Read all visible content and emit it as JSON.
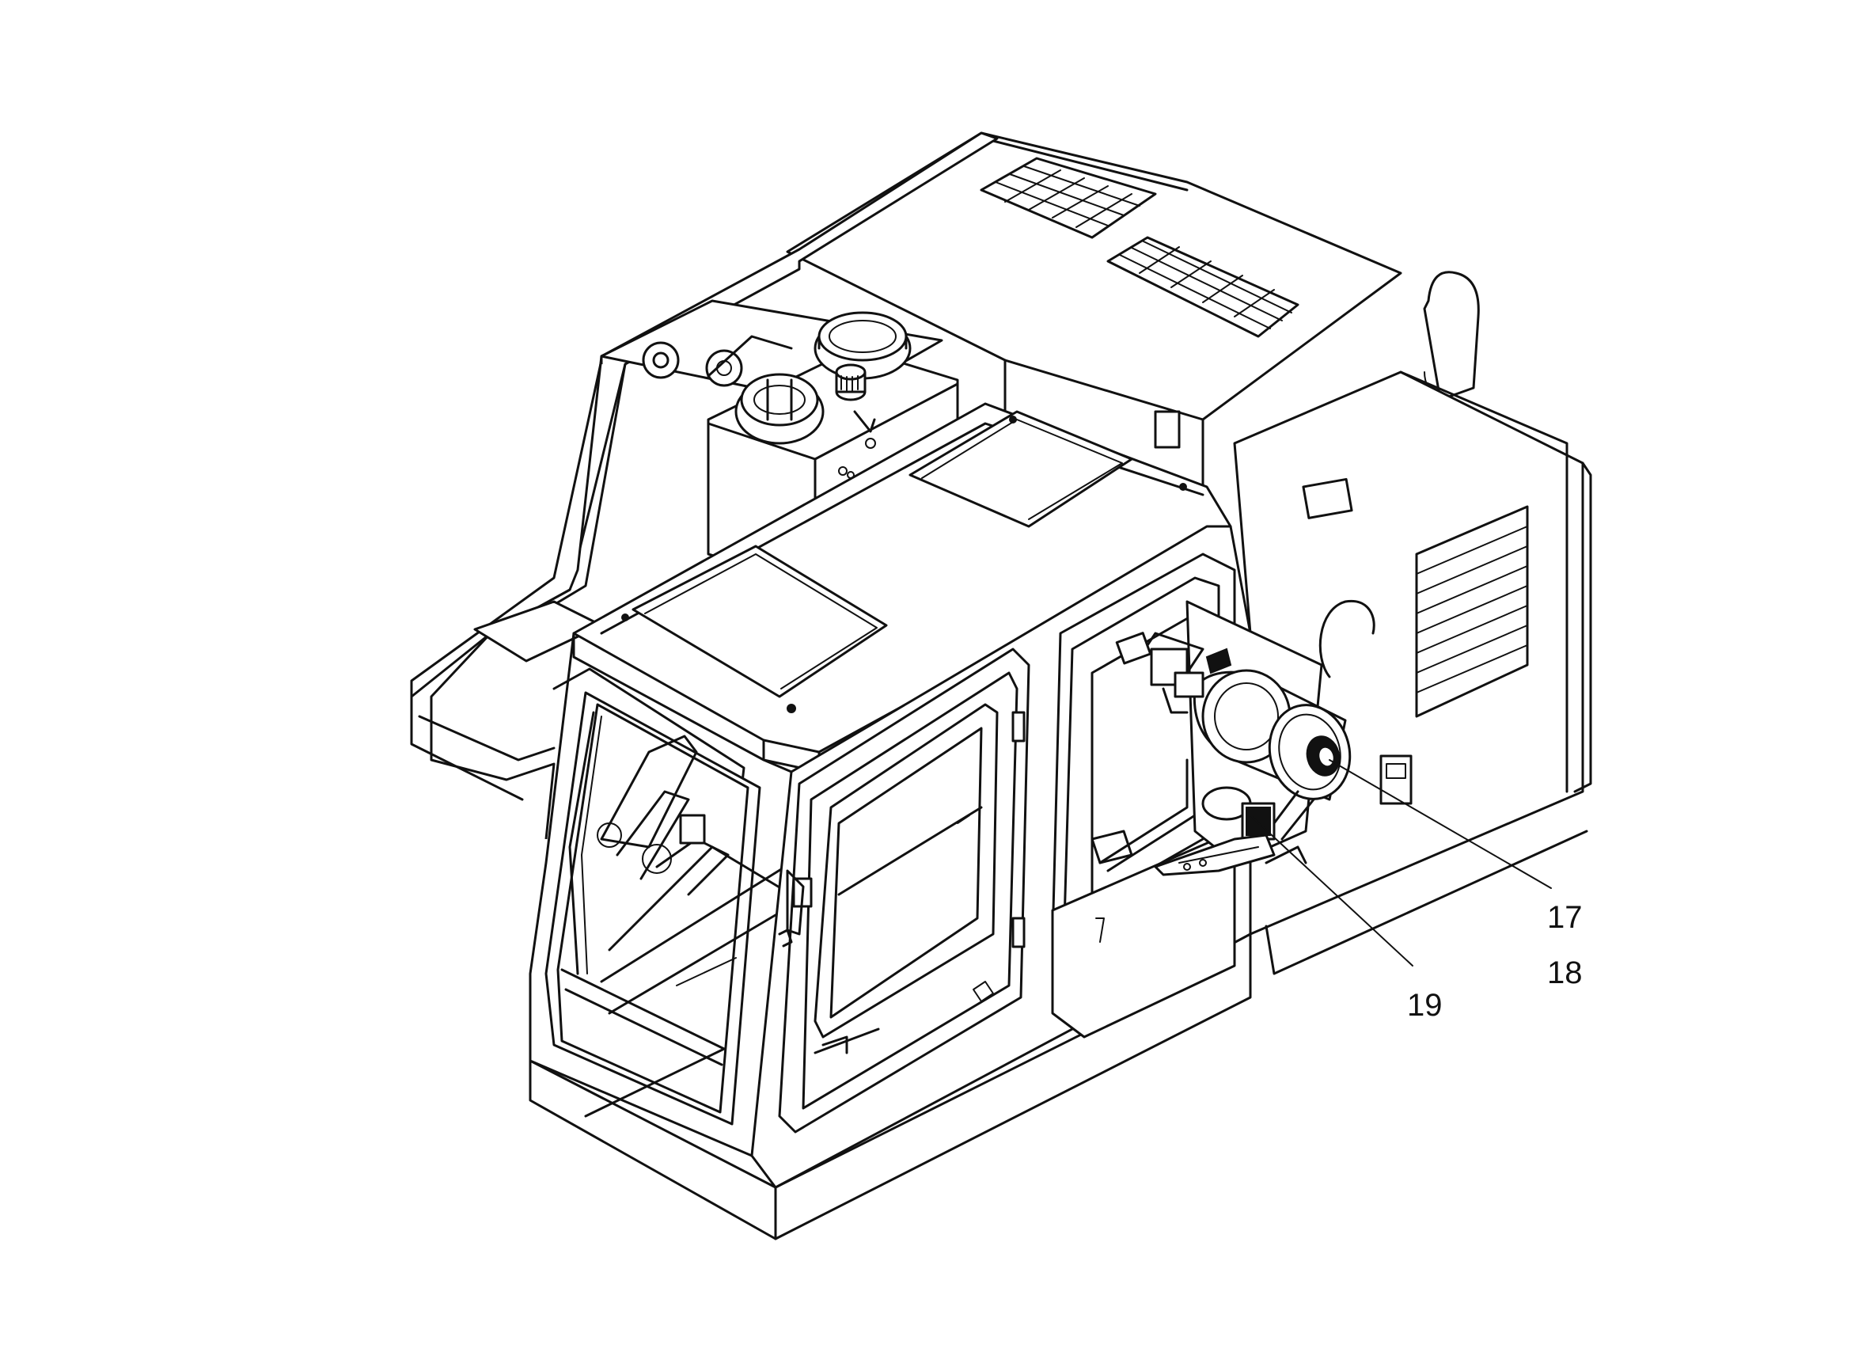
{
  "callouts": [
    {
      "id": "17",
      "label": "17"
    },
    {
      "id": "18",
      "label": "18"
    },
    {
      "id": "19",
      "label": "19"
    }
  ],
  "colors": {
    "line": "#111111",
    "background": "#ffffff"
  }
}
